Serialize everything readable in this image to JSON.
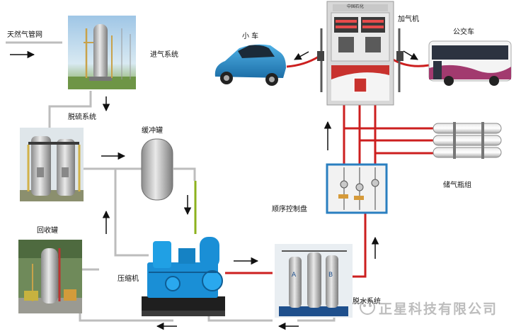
{
  "labels": {
    "gas_pipeline": "天然气管网",
    "intake_system": "进气系统",
    "desulfurization": "脱硫系统",
    "buffer_tank": "缓冲罐",
    "recovery_tank": "回收罐",
    "compressor": "压缩机",
    "dehydration": "脱水系统",
    "sequence_panel": "顺序控制盘",
    "storage_group": "储气瓶组",
    "dispenser": "加气机",
    "car": "小 车",
    "bus": "公交车"
  },
  "dispenser_brand": "中国石化",
  "watermark": "正星科技有限公司",
  "colors": {
    "gas_line": "#bdbdbd",
    "high_pressure_line": "#cc1f1f",
    "low_pressure_line": "#8db21d",
    "arrow": "#111111"
  }
}
